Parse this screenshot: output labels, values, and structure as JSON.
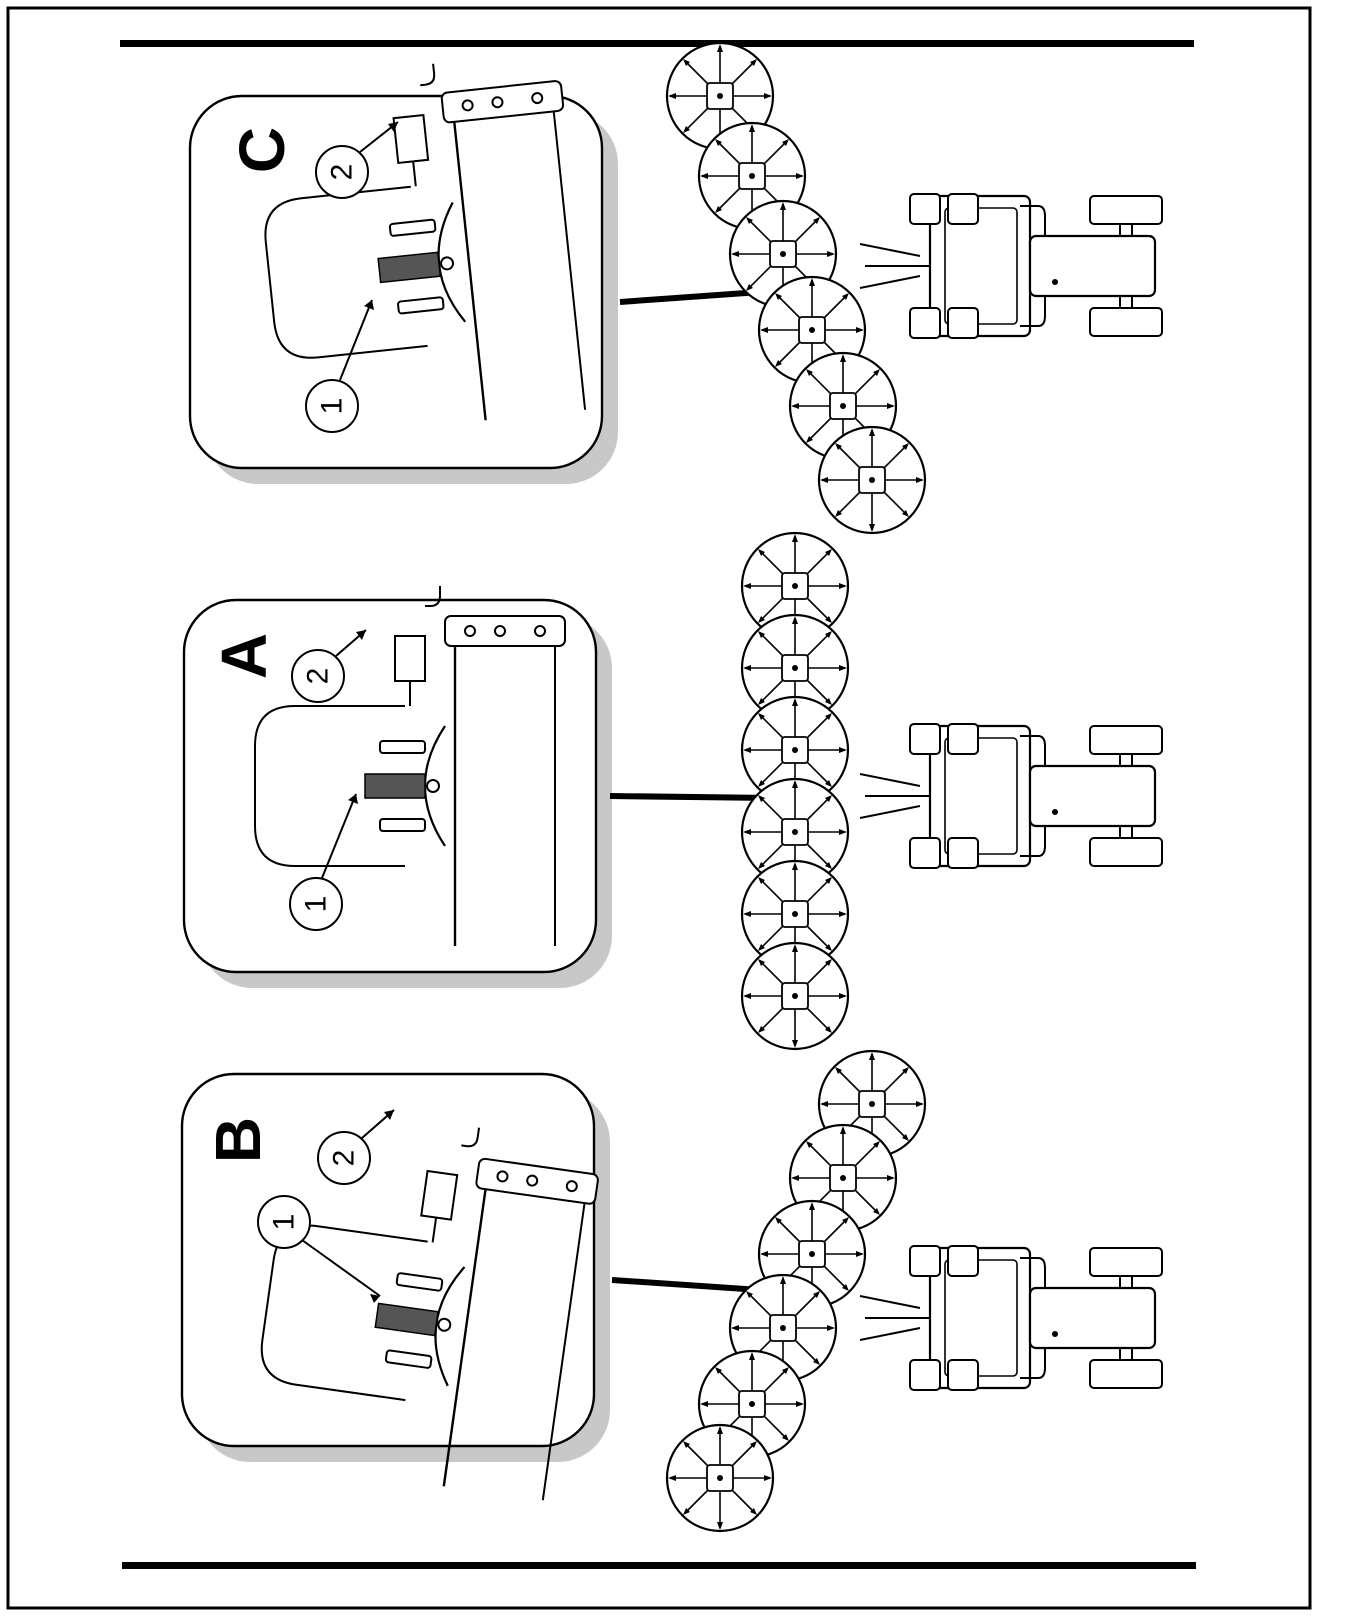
{
  "panels": [
    {
      "letter": "C",
      "callout_1": "1",
      "callout_2": "2"
    },
    {
      "letter": "A",
      "callout_1": "1",
      "callout_2": "2"
    },
    {
      "letter": "B",
      "callout_1": "1",
      "callout_2": "2"
    }
  ],
  "colors": {
    "ink": "#000000",
    "paper": "#ffffff",
    "shadow": "#c8c8c8",
    "panel_fill": "#ffffff"
  },
  "icons": [
    "tractor-icon",
    "rake-rotor-icon",
    "lock-lever-icon",
    "pin-icon"
  ]
}
